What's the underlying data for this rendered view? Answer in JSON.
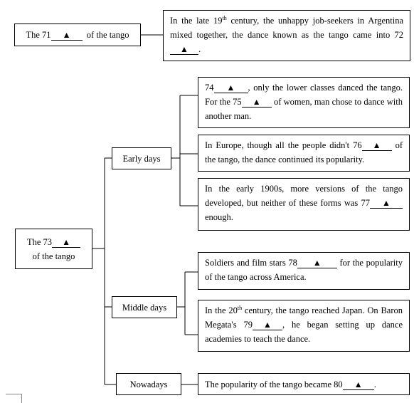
{
  "blank_marker": "▲",
  "title_box": {
    "pre": "The 71",
    "post": "of the tango"
  },
  "intro": {
    "p1": "In the late 19",
    "sup": "th",
    "p2": " century, the unhappy job-seekers in Argentina mixed together, the dance known as the tango came into 72",
    "p3": "."
  },
  "history_box": {
    "pre": "The 73",
    "post": "of the tango"
  },
  "stages": {
    "early": "Early days",
    "middle": "Middle days",
    "now": "Nowadays"
  },
  "details": {
    "d74": {
      "p1": "74",
      "p2": ", only the lower classes danced the tango. For the 75",
      "p3": " of women, man chose to dance with another man."
    },
    "d76": {
      "p1": "In Europe, though all the people didn't 76",
      "p2": " of the tango, the dance continued its popularity."
    },
    "d77": {
      "p1": "In the early 1900s, more versions of the tango developed, but neither of these forms was 77",
      "p2": " enough."
    },
    "d78": {
      "p1": "Soldiers and film stars 78",
      "p2": " for the popularity of the tango across America."
    },
    "d79": {
      "p1": "In the 20",
      "sup": "th",
      "p2": " century, the tango reached Japan. On Baron Megata's 79",
      "p3": ", he began setting up dance academies to teach the dance."
    },
    "d80": {
      "p1": "The popularity of the tango became 80",
      "p2": "."
    }
  }
}
